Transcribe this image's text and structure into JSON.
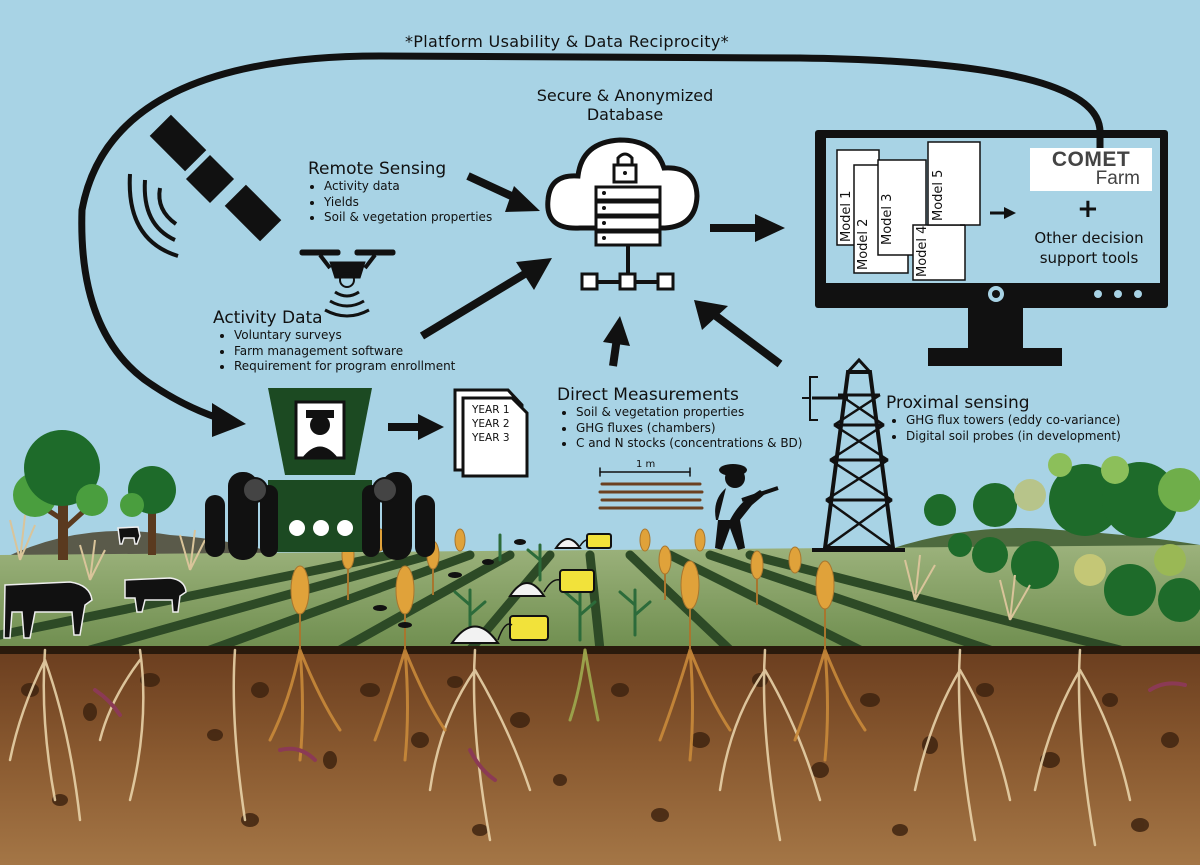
{
  "top_label": "*Platform Usability & Data Reciprocity*",
  "database": {
    "title_line1": "Secure & Anonymized",
    "title_line2": "Database"
  },
  "remote_sensing": {
    "title": "Remote Sensing",
    "items": [
      "Activity data",
      "Yields",
      "Soil & vegetation properties"
    ]
  },
  "activity_data": {
    "title": "Activity Data",
    "items": [
      "Voluntary surveys",
      "Farm management software",
      "Requirement for program enrollment"
    ]
  },
  "direct_measurements": {
    "title": "Direct Measurements",
    "items": [
      "Soil & vegetation properties",
      "GHG fluxes (chambers)",
      "C and N stocks (concentrations & BD)"
    ]
  },
  "proximal_sensing": {
    "title": "Proximal sensing",
    "items": [
      "GHG flux towers (eddy co-variance)",
      "Digital soil probes (in development)"
    ]
  },
  "years": [
    "YEAR 1",
    "YEAR 2",
    "YEAR 3"
  ],
  "scale_label": "1 m",
  "models": [
    "Model 1",
    "Model 2",
    "Model 3",
    "Model 4",
    "Model 5"
  ],
  "comet": {
    "line1": "COMET",
    "line2": "Farm"
  },
  "plus": "+",
  "other_tools": {
    "line1": "Other decision",
    "line2": "support tools"
  },
  "colors": {
    "sky": "#a8d3e5",
    "soil": "#7a4a27",
    "field": "#7a9a5a",
    "tree": "#1e6b2a",
    "icon": "#111111"
  }
}
